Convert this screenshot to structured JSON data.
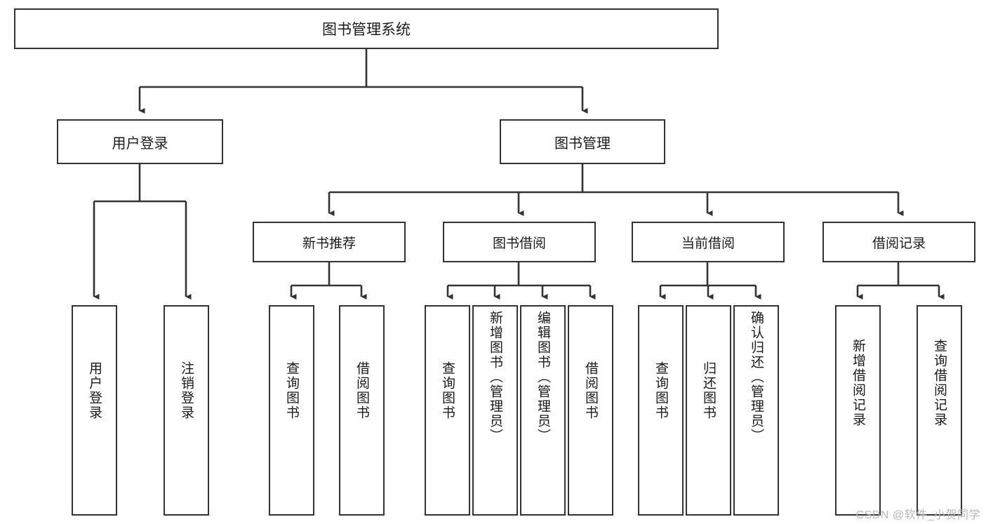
{
  "diagram": {
    "title": "图书管理系统",
    "watermark": "CSDN @软件_小贺同学",
    "line_color": "#333333",
    "box_border_color": "#333333",
    "box_fill_color": "#ffffff",
    "text_color": "#1a1a1a",
    "root": {
      "label": "图书管理系统"
    },
    "level2": [
      {
        "label": "用户登录"
      },
      {
        "label": "图书管理"
      }
    ],
    "level3": [
      {
        "label": "新书推荐"
      },
      {
        "label": "图书借阅"
      },
      {
        "label": "当前借阅"
      },
      {
        "label": "借阅记录"
      }
    ],
    "leaves": {
      "user_login": [
        {
          "label": "用户登录"
        },
        {
          "label": "注销登录"
        }
      ],
      "new_book": [
        {
          "label": "查询图书"
        },
        {
          "label": "借阅图书"
        }
      ],
      "book_borrow": [
        {
          "label": "查询图书"
        },
        {
          "label": "新增图书（管理员）"
        },
        {
          "label": "编辑图书（管理员）"
        },
        {
          "label": "借阅图书"
        }
      ],
      "current_borrow": [
        {
          "label": "查询图书"
        },
        {
          "label": "归还图书"
        },
        {
          "label": "确认归还（管理员）"
        }
      ],
      "borrow_record": [
        {
          "label": "新增借阅记录"
        },
        {
          "label": "查询借阅记录"
        }
      ]
    }
  }
}
